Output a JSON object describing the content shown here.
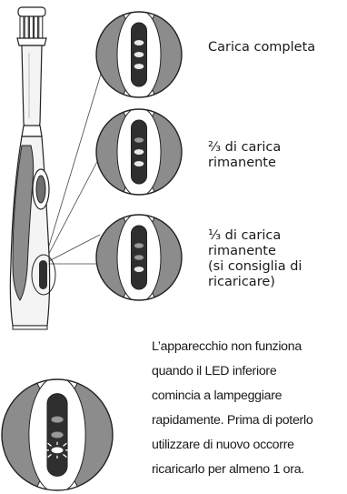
{
  "levels": [
    {
      "label": "Carica completa",
      "lit_leds": 3,
      "blinking": false
    },
    {
      "label": "²⁄₃ di carica\nrimanente",
      "lit_leds": 2,
      "blinking": false
    },
    {
      "label": "¹⁄₃ di carica\nrimanente\n(si consiglia di\nricaricare)",
      "lit_leds": 1,
      "blinking": false
    },
    {
      "label": "",
      "lit_leds": 0,
      "blinking": true
    }
  ],
  "note": {
    "lines": [
      "L’apparecchio non funziona",
      "quando il LED inferiore",
      "comincia a lampeggiare",
      "rapidamente. Prima di poterlo",
      "utilizzare di nuovo occorre",
      "ricaricarlo per almeno 1 ora."
    ]
  },
  "colors": {
    "grip": "#8c8c8c",
    "grip_dark": "#6e6e6e",
    "outline": "#222222",
    "led_panel": "#2f2f2f",
    "led_on": "#e8e8e8",
    "led_off": "#9a9a9a",
    "body": "#f4f4f4"
  }
}
